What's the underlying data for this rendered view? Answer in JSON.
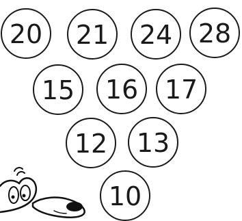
{
  "pyramid": {
    "rows": [
      [
        "20",
        "21",
        "24",
        "28"
      ],
      [
        "15",
        "16",
        "17"
      ],
      [
        "12",
        "13"
      ],
      [
        "10"
      ]
    ]
  },
  "cartoon": {
    "icon": "cartoon-dog-icon"
  }
}
